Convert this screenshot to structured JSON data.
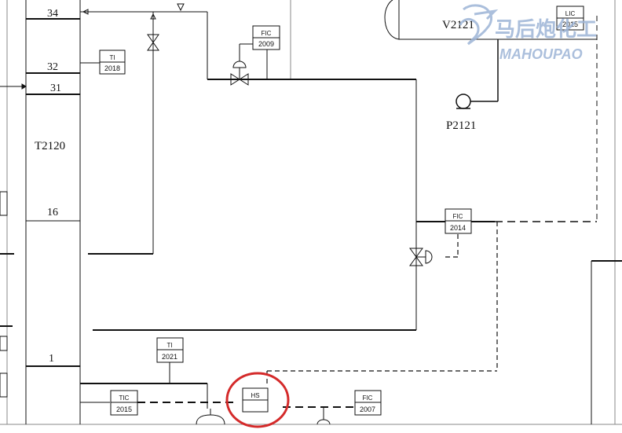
{
  "column": {
    "name": "T2120",
    "trays": [
      "34",
      "32",
      "31",
      "16",
      "1"
    ]
  },
  "vessel": {
    "name": "V2121"
  },
  "pump": {
    "name": "P2121"
  },
  "instruments": [
    {
      "fn": "FIC",
      "num": "2009"
    },
    {
      "fn": "TI",
      "num": "2018"
    },
    {
      "fn": "LIC",
      "num": "2015"
    },
    {
      "fn": "FIC",
      "num": "2014"
    },
    {
      "fn": "TI",
      "num": "2021"
    },
    {
      "fn": "TIC",
      "num": "2015"
    },
    {
      "fn": "HS",
      "num": ""
    },
    {
      "fn": "FIC",
      "num": "2007"
    }
  ],
  "watermark": {
    "cn": "马后炮化工",
    "en": "MAHOUPAO"
  },
  "colors": {
    "line": "#111111",
    "highlight": "#d42a2a",
    "watermark": "#9db4d6"
  }
}
